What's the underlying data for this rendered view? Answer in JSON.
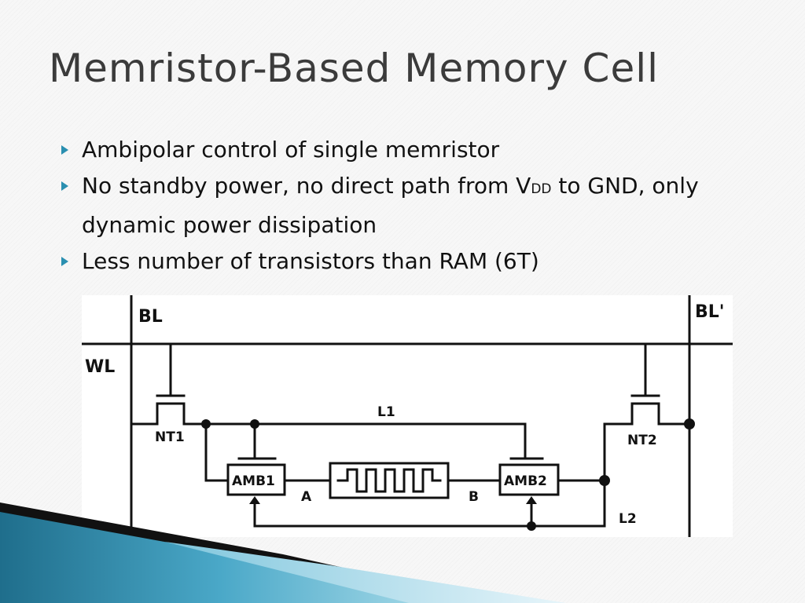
{
  "slide": {
    "title": "Memristor-Based Memory Cell",
    "bullets": [
      {
        "text": "Ambipolar control of single memristor"
      },
      {
        "pre": "No standby power, no direct path from V",
        "sub": "DD",
        "post": " to GND, only dynamic power dissipation"
      },
      {
        "text": "Less number of transistors than RAM (6T)"
      }
    ]
  },
  "diagram": {
    "labels": {
      "bl": "BL",
      "bl_prime": "BL'",
      "wl": "WL",
      "nt1": "NT1",
      "nt2": "NT2",
      "l1": "L1",
      "l2": "L2",
      "amb1": "AMB1",
      "amb2": "AMB2",
      "a": "A",
      "b": "B"
    },
    "icons": {
      "bullet": "triangle-bullet-icon",
      "memristor": "memristor-zigzag-icon"
    },
    "colors": {
      "accent": "#2a8fb0",
      "wire": "#111111"
    }
  }
}
